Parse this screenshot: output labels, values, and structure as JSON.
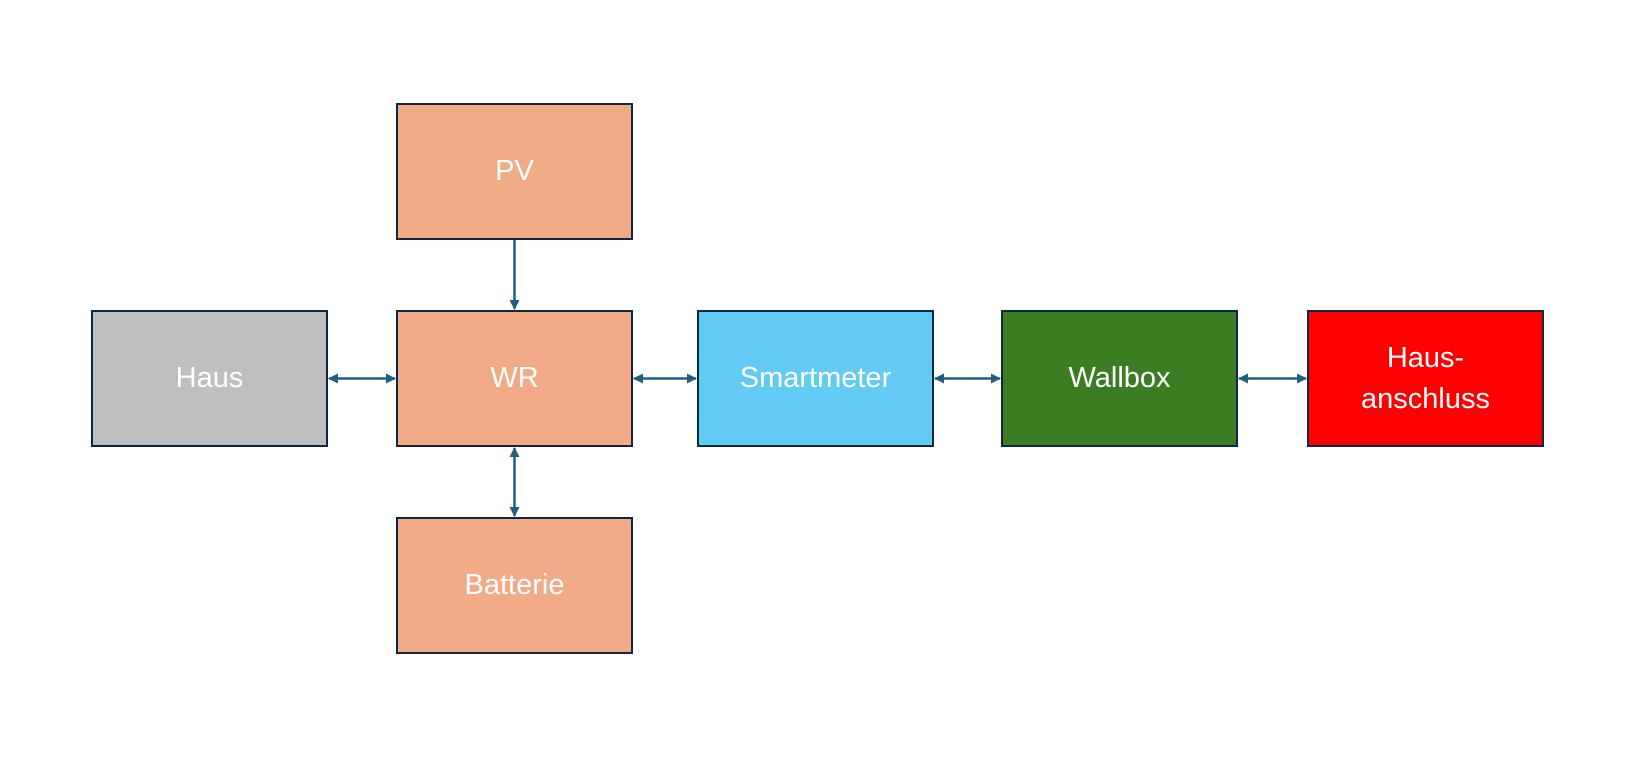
{
  "diagram": {
    "nodes": [
      {
        "id": "pv",
        "label": "PV",
        "fill": "#f1ab86"
      },
      {
        "id": "haus",
        "label": "Haus",
        "fill": "#bfbfbf"
      },
      {
        "id": "wr",
        "label": "WR",
        "fill": "#f1ab86"
      },
      {
        "id": "smart",
        "label": "Smartmeter",
        "fill": "#61cbf3"
      },
      {
        "id": "wallbox",
        "label": "Wallbox",
        "fill": "#3b7d23"
      },
      {
        "id": "anschluss",
        "label": "Haus-\nanschluss",
        "fill": "#ff0000"
      },
      {
        "id": "batterie",
        "label": "Batterie",
        "fill": "#f1ab86"
      }
    ],
    "edges": [
      {
        "from": "pv",
        "to": "wr",
        "direction": "one-way"
      },
      {
        "from": "haus",
        "to": "wr",
        "direction": "two-way"
      },
      {
        "from": "wr",
        "to": "smart",
        "direction": "two-way"
      },
      {
        "from": "smart",
        "to": "wallbox",
        "direction": "two-way"
      },
      {
        "from": "wallbox",
        "to": "anschluss",
        "direction": "two-way"
      },
      {
        "from": "wr",
        "to": "batterie",
        "direction": "two-way"
      }
    ],
    "colors": {
      "node_border": "#0e2841",
      "edge": "#1f5f82",
      "label_text": "#ffffff"
    }
  }
}
